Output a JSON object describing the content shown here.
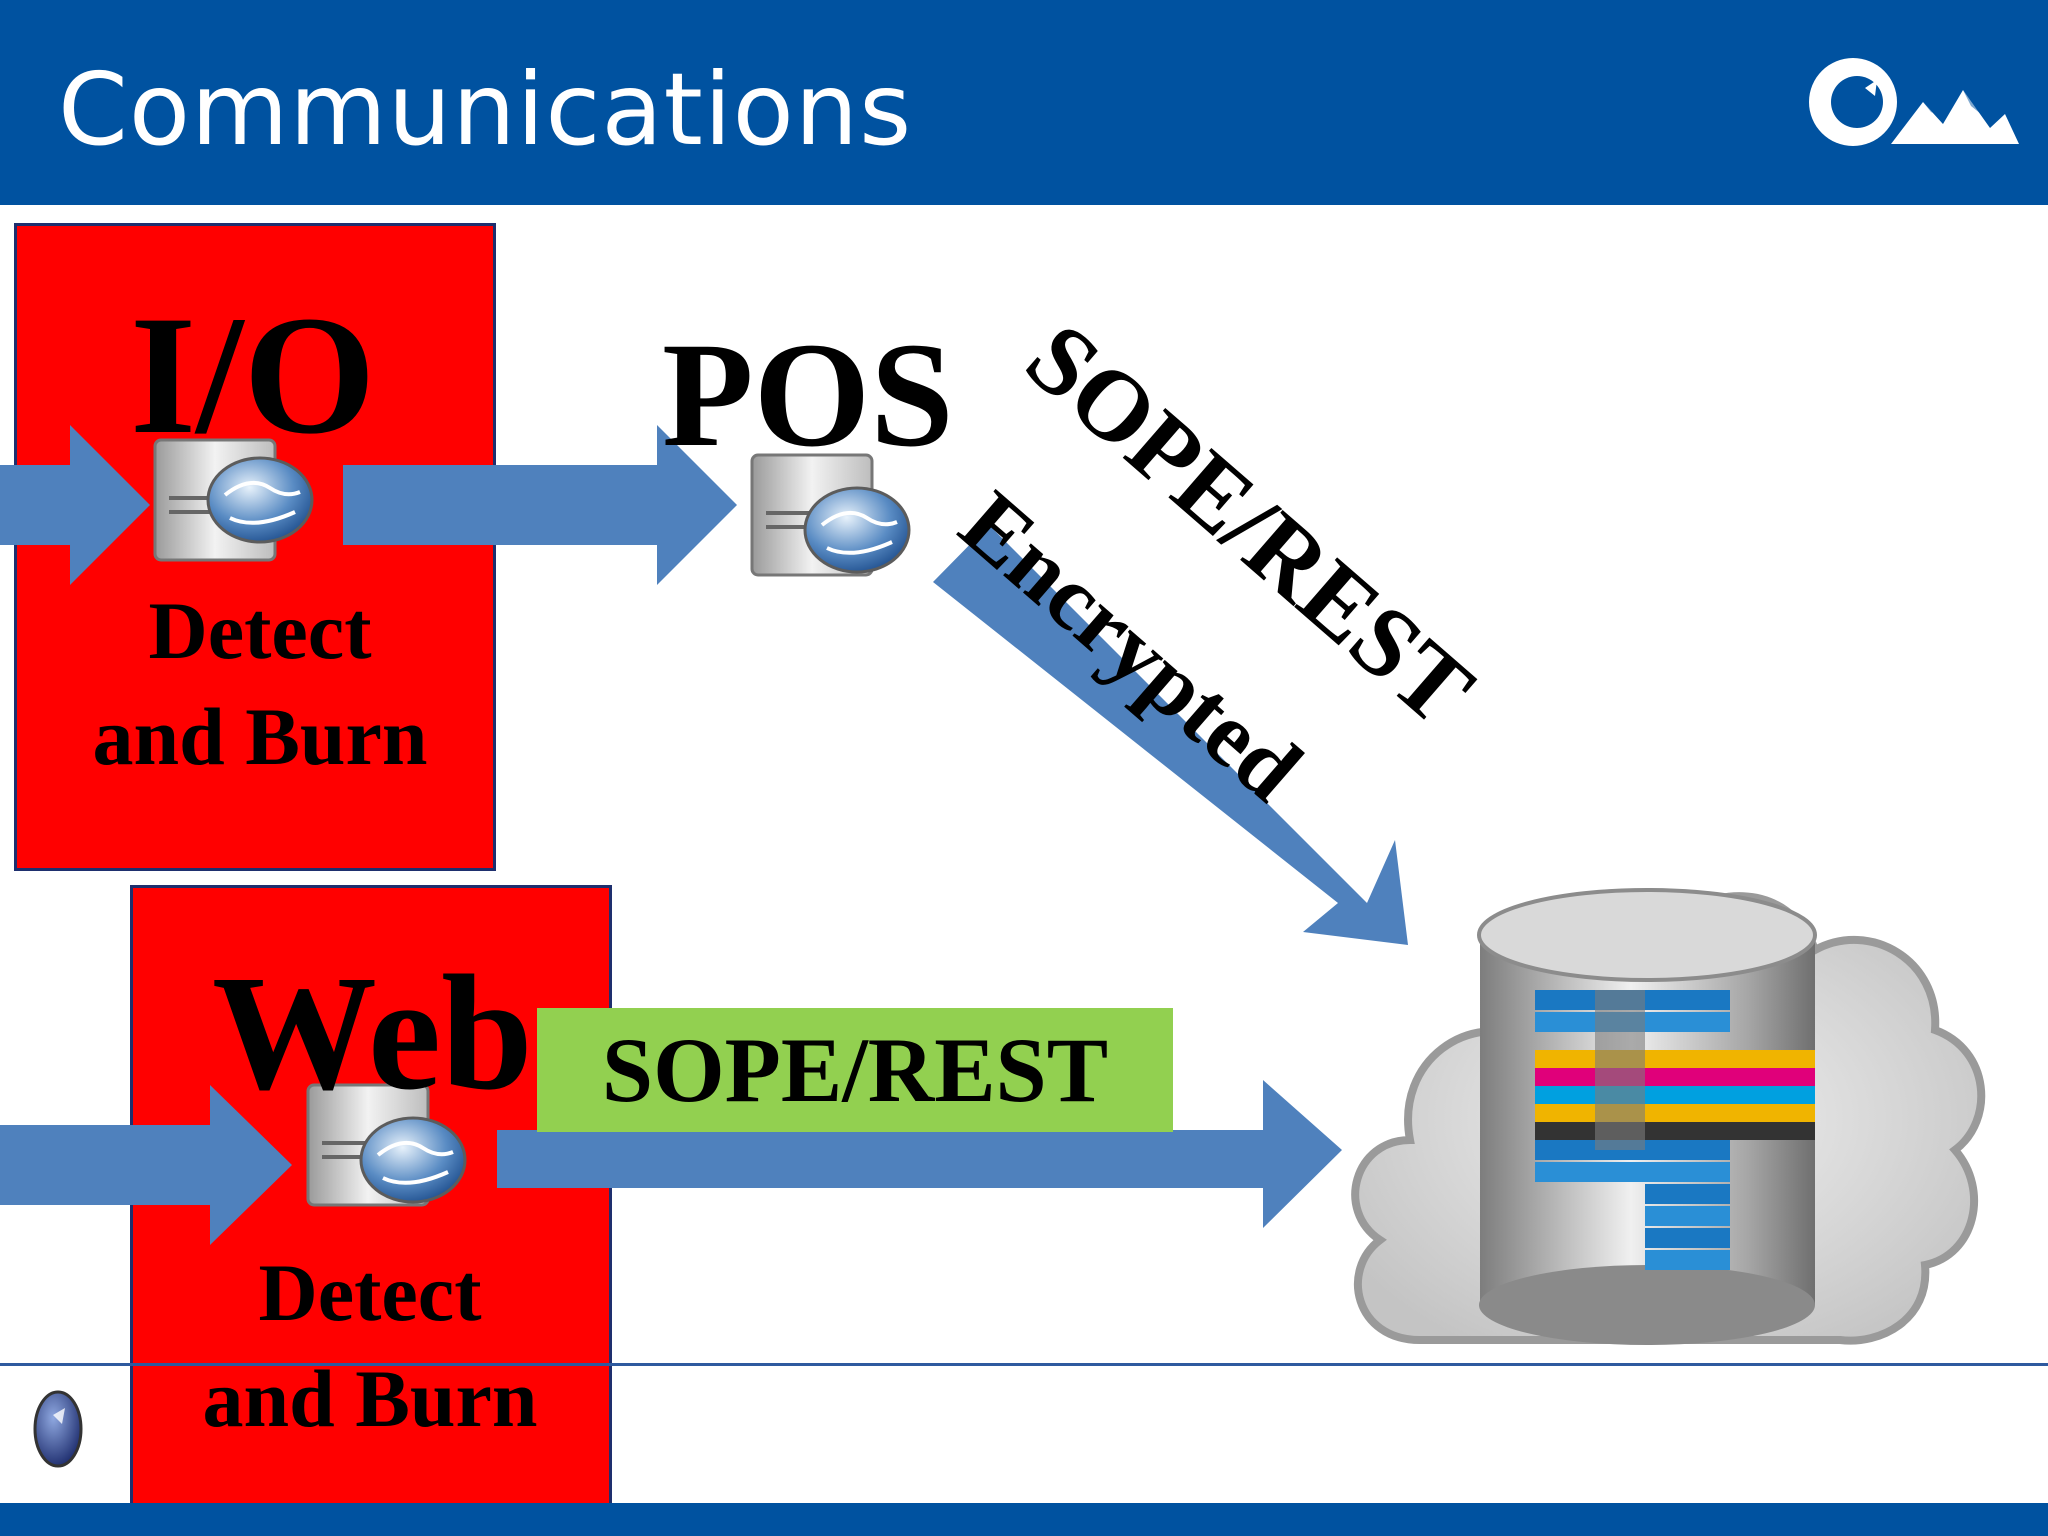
{
  "slide": {
    "title": "Communications"
  },
  "nodes": {
    "io": {
      "label": "I/O",
      "action": "Detect\nand Burn"
    },
    "pos": {
      "label": "POS"
    },
    "web": {
      "label": "Web",
      "action": "Detect\nand Burn"
    },
    "cloud": {
      "icon": "cloud-database-icon"
    }
  },
  "links": {
    "pos_to_cloud_protocol": "SOPE/REST",
    "pos_to_cloud_security": "Encrypted",
    "web_to_cloud_protocol": "SOPE/REST"
  },
  "colors": {
    "header": "#0052a0",
    "node_box": "#ff0000",
    "arrow": "#4f81bd",
    "protocol_box": "#92d050"
  }
}
